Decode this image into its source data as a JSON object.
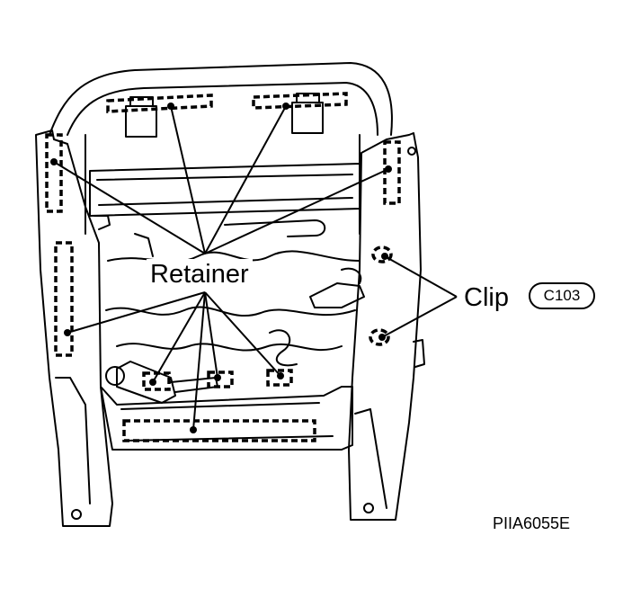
{
  "callouts": {
    "retainer": "Retainer",
    "clip": "Clip",
    "clip_ref": "C103"
  },
  "figure_id": "PIIA6055E",
  "colors": {
    "ink": "#000000",
    "paper": "#ffffff"
  }
}
